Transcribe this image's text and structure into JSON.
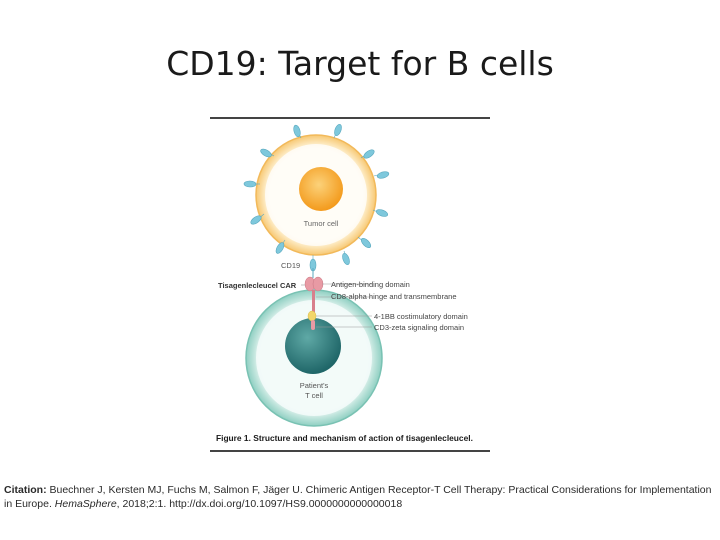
{
  "slide": {
    "title": "CD19: Target for B cells"
  },
  "figure": {
    "tumor_cell_label": "Tumor cell",
    "cd19_label": "CD19",
    "car_label": "Tisagenlecleucel CAR",
    "t_cell_label_line1": "Patient's",
    "t_cell_label_line2": "T cell",
    "callouts": [
      "Antigen-binding domain",
      "CD8-alpha hinge and transmembrane",
      "4-1BB costimulatory domain",
      "CD3-zeta signaling domain"
    ],
    "caption": "Figure 1. Structure and mechanism of action of tisagenlecleucel.",
    "colors": {
      "tumor_membrane": "#f7c873",
      "tumor_nucleus": "#f5a623",
      "receptor": "#7ec8dc",
      "t_cell_membrane": "#8fcfc2",
      "t_cell_nucleus": "#2f7f80",
      "car_pink": "#e89aa4",
      "costim_yellow": "#f2d66a"
    }
  },
  "citation": {
    "label": "Citation:",
    "text_part1": " Buechner J, Kersten MJ, Fuchs M, Salmon F, Jäger U. Chimeric Antigen Receptor-T Cell Therapy: Practical Considerations for Implementation in Europe. ",
    "journal": "HemaSphere",
    "text_part2": ", 2018;2:1. http://dx.doi.org/10.1097/HS9.0000000000000018"
  }
}
